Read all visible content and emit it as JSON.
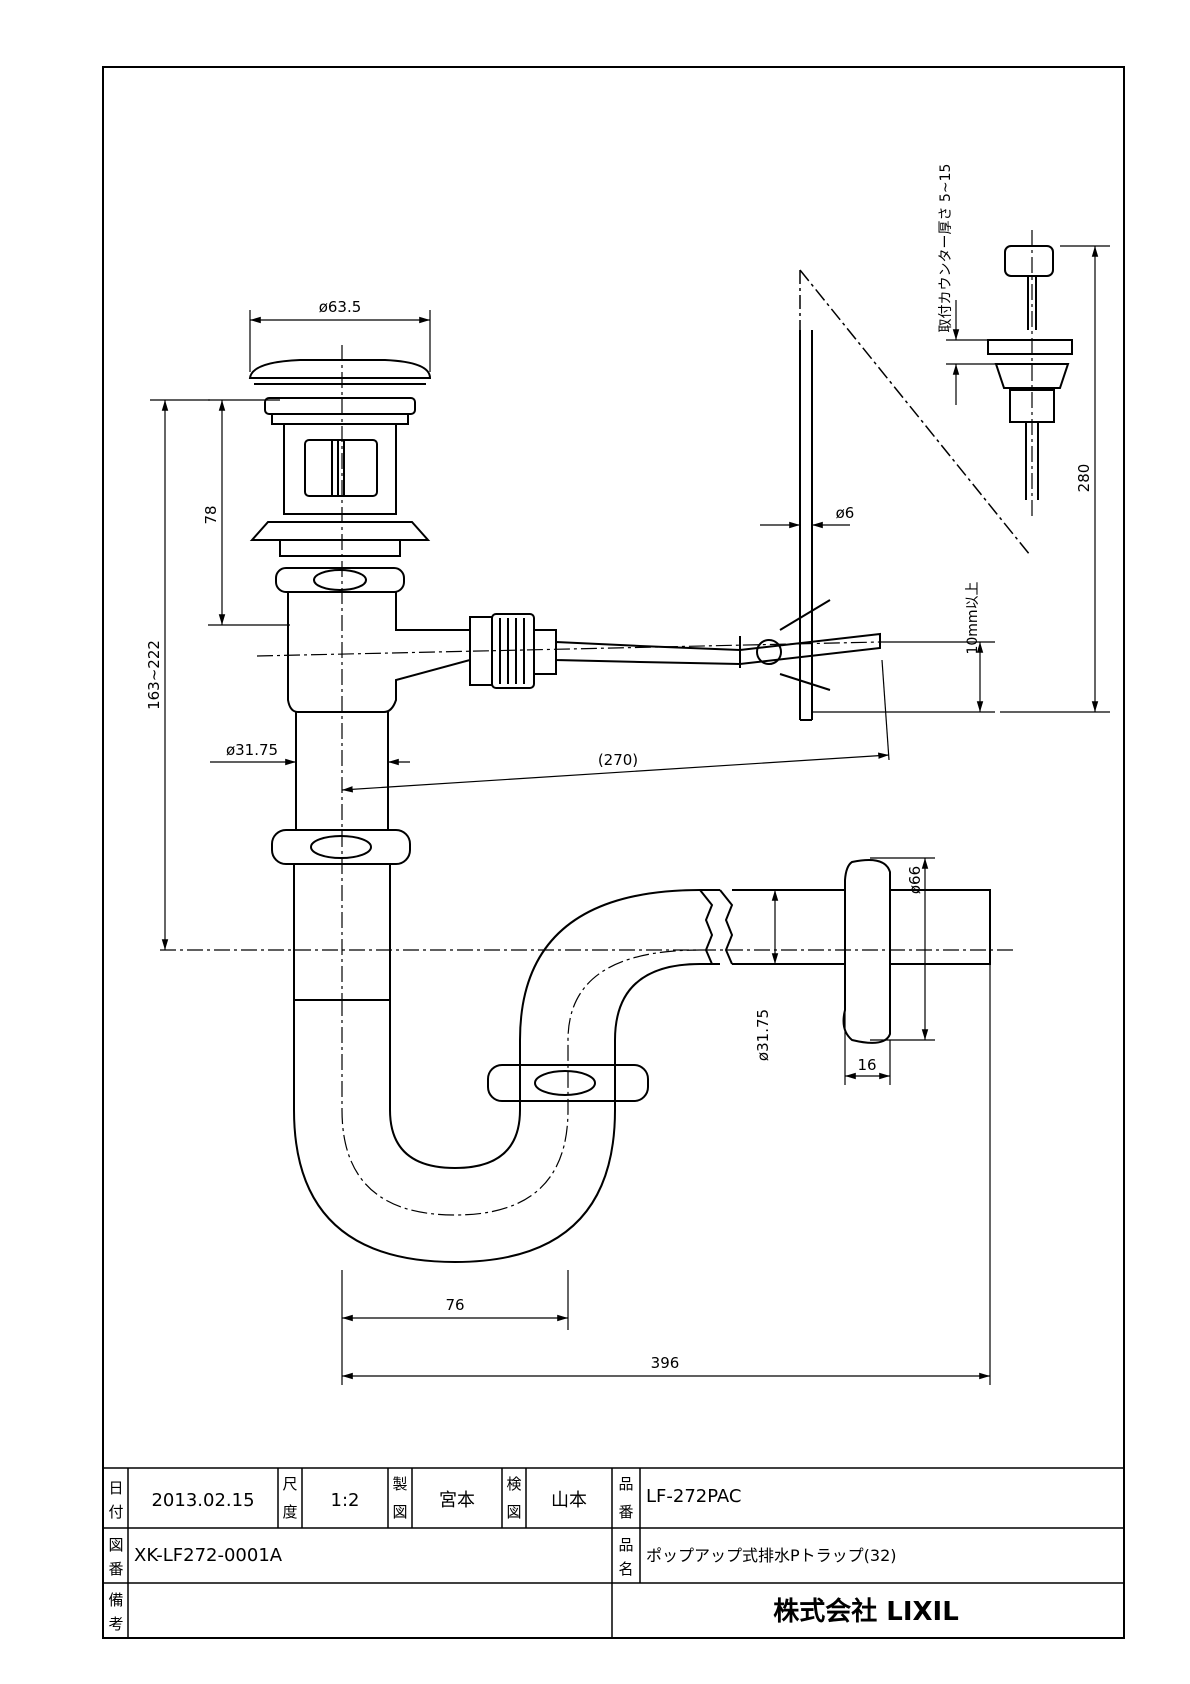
{
  "dimensions": {
    "cap_diameter": "ø63.5",
    "height_78": "78",
    "height_range": "163~222",
    "pipe_diameter_vertical": "ø31.75",
    "rod_diameter": "ø6",
    "rod_length": "(270)",
    "counter_thickness": "取付カウンター厚さ 5~15",
    "rod_clearance": "10mm以上",
    "height_280": "280",
    "wall_flange_diameter": "ø66",
    "pipe_diameter_horizontal": "ø31.75",
    "flange_thickness": "16",
    "trap_width": "76",
    "total_length": "396"
  },
  "title_block": {
    "date_label": [
      "日",
      "付"
    ],
    "date": "2013.02.15",
    "scale_label": [
      "尺",
      "度"
    ],
    "scale": "1:2",
    "drawn_label": [
      "製",
      "図"
    ],
    "drawn_by": "宮本",
    "checked_label": [
      "検",
      "図"
    ],
    "checked_by": "山本",
    "part_no_label": [
      "品",
      "番"
    ],
    "part_no": "LF-272PAC",
    "drawing_no_label": [
      "図",
      "番"
    ],
    "drawing_no": "XK-LF272-0001A",
    "part_name_label": [
      "品",
      "名"
    ],
    "part_name": "ポップアップ式排水Pトラップ(32)",
    "remarks_label": [
      "備",
      "考"
    ],
    "company": "株式会社 LIXIL"
  }
}
